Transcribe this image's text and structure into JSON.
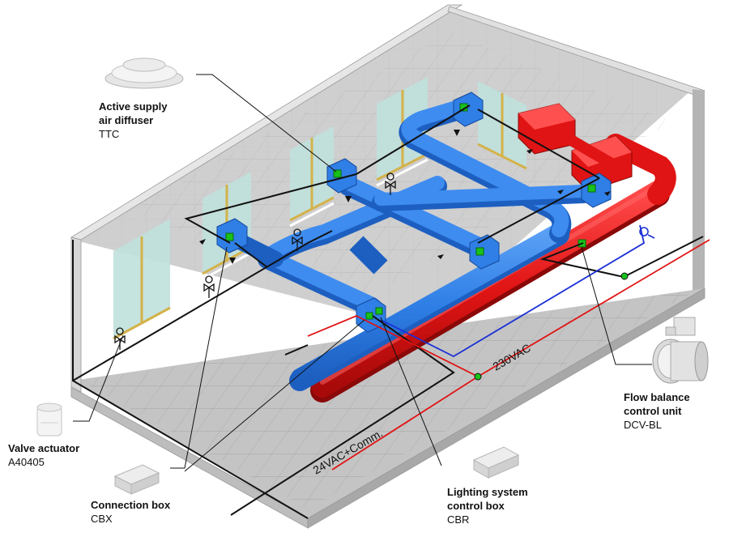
{
  "colors": {
    "supply_duct": "#2f7fe6",
    "exhaust_duct": "#e01414",
    "power_line": "#e01414",
    "comm_line": "#111111",
    "sensor": "#19c219",
    "wall": "#c8c8c8",
    "floor": "#c4c4c4"
  },
  "labels": {
    "diffuser": {
      "title": "Active supply\nair diffuser",
      "code": "TTC"
    },
    "valve": {
      "title": "Valve actuator",
      "code": "A40405"
    },
    "connection": {
      "title": "Connection box",
      "code": "CBX"
    },
    "lighting": {
      "title": "Lighting system\ncontrol box",
      "code": "CBR"
    },
    "flow": {
      "title": "Flow balance\ncontrol unit",
      "code": "DCV-BL"
    }
  },
  "lines": {
    "power": "230VAC",
    "comm": "24VAC+Comm."
  }
}
